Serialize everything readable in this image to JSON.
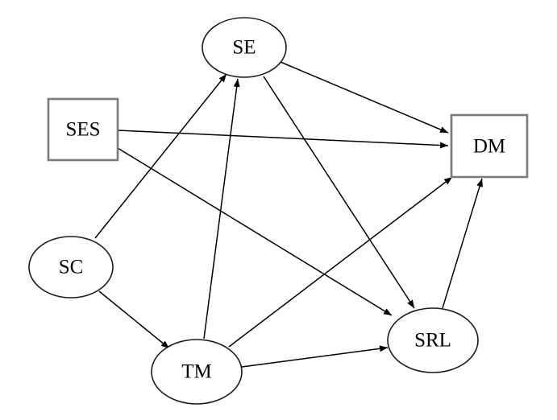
{
  "nodes": [
    {
      "id": "SE",
      "label": "SE",
      "shape": "ellipse"
    },
    {
      "id": "SES",
      "label": "SES",
      "shape": "rect"
    },
    {
      "id": "DM",
      "label": "DM",
      "shape": "rect"
    },
    {
      "id": "SC",
      "label": "SC",
      "shape": "ellipse"
    },
    {
      "id": "TM",
      "label": "TM",
      "shape": "ellipse"
    },
    {
      "id": "SRL",
      "label": "SRL",
      "shape": "ellipse"
    }
  ],
  "edges": [
    {
      "from": "SE",
      "to": "DM"
    },
    {
      "from": "SE",
      "to": "SRL"
    },
    {
      "from": "SES",
      "to": "DM"
    },
    {
      "from": "SES",
      "to": "SRL"
    },
    {
      "from": "SC",
      "to": "SE"
    },
    {
      "from": "SC",
      "to": "TM"
    },
    {
      "from": "TM",
      "to": "SE"
    },
    {
      "from": "TM",
      "to": "DM"
    },
    {
      "from": "TM",
      "to": "SRL"
    },
    {
      "from": "SRL",
      "to": "DM"
    }
  ],
  "colors": {
    "edge": "#000000",
    "ellipse_border": "#1a1a1a",
    "box_border": "#7a7a7a",
    "background": "#ffffff"
  }
}
